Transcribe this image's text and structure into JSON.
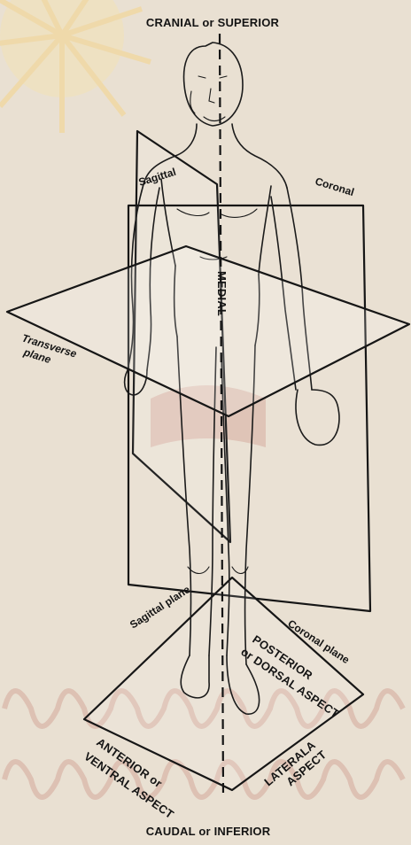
{
  "labels": {
    "top": "CRANIAL or SUPERIOR",
    "bottom": "CAUDAL or INFERIOR",
    "sagittal_top": "Sagittal",
    "coronal_top": "Coronal",
    "medial": "MEDIAL",
    "transverse_line1": "Transverse",
    "transverse_line2": "plane",
    "sagittal_plane": "Sagittal plane",
    "coronal_plane": "Coronal plane",
    "posterior_line1": "POSTERIOR",
    "posterior_line2": "or DORSAL ASPECT",
    "anterior_line1": "ANTERIOR or",
    "anterior_line2": "VENTRAL ASPECT",
    "lateral_line1": "LATERALA",
    "lateral_line2": "ASPECT"
  },
  "colors": {
    "background": "#e9e0d2",
    "ink": "#161616",
    "watermark_red": "#c9867c",
    "sunburst": "#f4dca0"
  }
}
